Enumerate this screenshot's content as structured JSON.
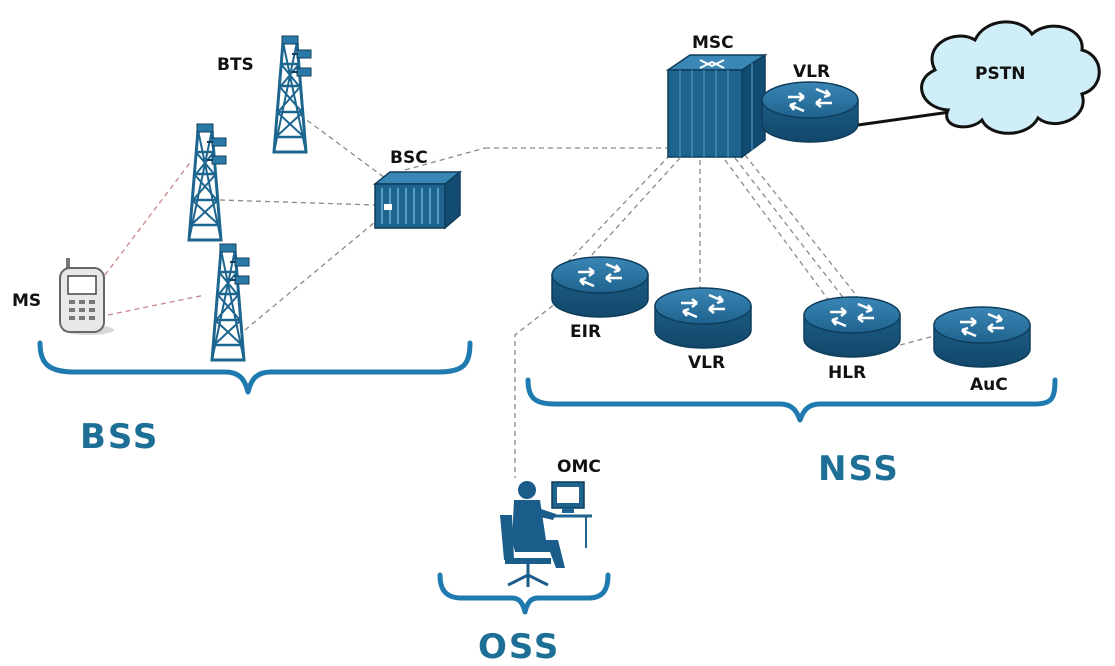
{
  "labels": {
    "bts": "BTS",
    "bsc": "BSC",
    "ms": "MS",
    "msc": "MSC",
    "vlr_top": "VLR",
    "pstn": "PSTN",
    "eir": "EIR",
    "vlr_bottom": "VLR",
    "hlr": "HLR",
    "auc": "AuC",
    "omc": "OMC"
  },
  "groups": {
    "bss": "BSS",
    "nss": "NSS",
    "oss": "OSS"
  },
  "colors": {
    "device_blue": "#1a5d8a",
    "brace_blue": "#1f7ab0",
    "group_label": "#1d6f95",
    "cloud_fill": "#cfeef7"
  },
  "icons": {
    "tower": "tower-icon",
    "controller": "bsc-icon",
    "switch": "msc-icon",
    "router": "router-icon",
    "cloud": "cloud-icon",
    "phone": "phone-icon",
    "operator": "operator-icon"
  }
}
